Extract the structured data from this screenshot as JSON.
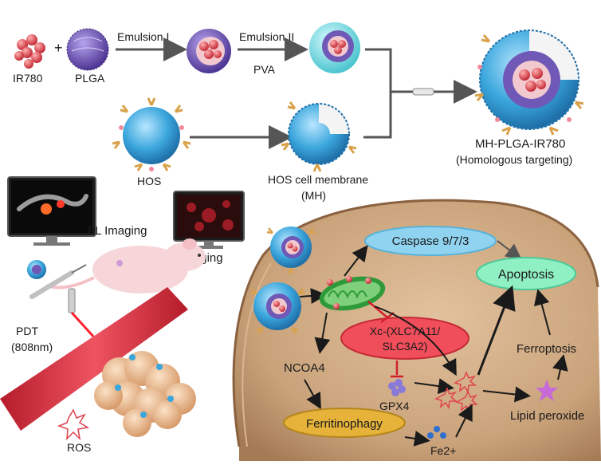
{
  "synthesis": {
    "ir780_label": "IR780",
    "plus_sign": "+",
    "plga_label": "PLGA",
    "emulsion1_label": "Emulsion I",
    "emulsion2_label": "Emulsion II",
    "pva_label": "PVA",
    "hos_label": "HOS",
    "membrane_label_line1": "HOS cell membrane",
    "membrane_label_line2": "(MH)",
    "product_label_line1": "MH-PLGA-IR780",
    "product_label_line2": "(Homologous targeting)"
  },
  "imaging": {
    "fl_label": "FL Imaging",
    "pa_label": "PA Imaging",
    "pdt_label_line1": "PDT",
    "pdt_label_line2": "(808nm)",
    "ros_label": "ROS"
  },
  "pathway": {
    "caspase": "Caspase 9/7/3",
    "apoptosis": "Apoptosis",
    "xc_line1": "Xc-(XLC7A11/",
    "xc_line2": "SLC3A2)",
    "ncoa4": "NCOA4",
    "gpx4": "GPX4",
    "ferroptosis": "Ferroptosis",
    "ferritinophagy": "Ferritinophagy",
    "fe": "Fe2+",
    "lipid_peroxide": "Lipid peroxide"
  },
  "colors": {
    "nanoparticle": "#3aa6dc",
    "ir780": "#e0424f",
    "plga": "#6a4fb0",
    "caspase_fill": "#8fd3f0",
    "apoptosis_fill": "#8ff0c4",
    "xc_fill": "#f04e5a",
    "ferritinophagy_fill": "#e6b23a",
    "cell_fill": "#c9a27a",
    "mitochondria": "#2f9a3a"
  }
}
